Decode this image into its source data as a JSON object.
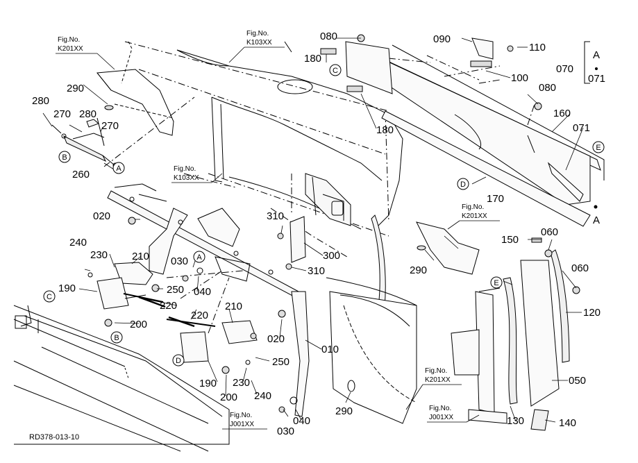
{
  "drawing": {
    "code": "RD378-013-10",
    "part_numbers": {
      "p010": "010",
      "p020a": "020",
      "p020b": "020",
      "p030a": "030",
      "p030b": "030",
      "p040a": "040",
      "p040b": "040",
      "p050": "050",
      "p060a": "060",
      "p060b": "060",
      "p070": "070",
      "p071a": "071",
      "p071b": "071",
      "p080a": "080",
      "p080b": "080",
      "p090": "090",
      "p100": "100",
      "p110": "110",
      "p120": "120",
      "p130": "130",
      "p140": "140",
      "p150": "150",
      "p160": "160",
      "p170": "170",
      "p180a": "180",
      "p180b": "180",
      "p190a": "190",
      "p190b": "190",
      "p200a": "200",
      "p200b": "200",
      "p210a": "210",
      "p210b": "210",
      "p220a": "220",
      "p220b": "220",
      "p230a": "230",
      "p230b": "230",
      "p240a": "240",
      "p240b": "240",
      "p250a": "250",
      "p250b": "250",
      "p260": "260",
      "p270a": "270",
      "p270b": "270",
      "p280a": "280",
      "p280b": "280",
      "p290a": "290",
      "p290b": "290",
      "p290c": "290",
      "p300": "300",
      "p310a": "310",
      "p310b": "310"
    },
    "fig_refs": {
      "prefix": "Fig.No.",
      "k201_a": "K201XX",
      "k103_a": "K103XX",
      "k103_b": "K103XX",
      "k201_b": "K201XX",
      "k201_c": "K201XX",
      "j001_a": "J001XX",
      "j001_b": "J001XX"
    },
    "callouts": {
      "A1": "A",
      "A2": "A",
      "A3": "A",
      "A4": "A",
      "B1": "B",
      "B2": "B",
      "C1": "C",
      "C2": "C",
      "D1": "D",
      "D2": "D",
      "E1": "E",
      "E2": "E"
    }
  }
}
